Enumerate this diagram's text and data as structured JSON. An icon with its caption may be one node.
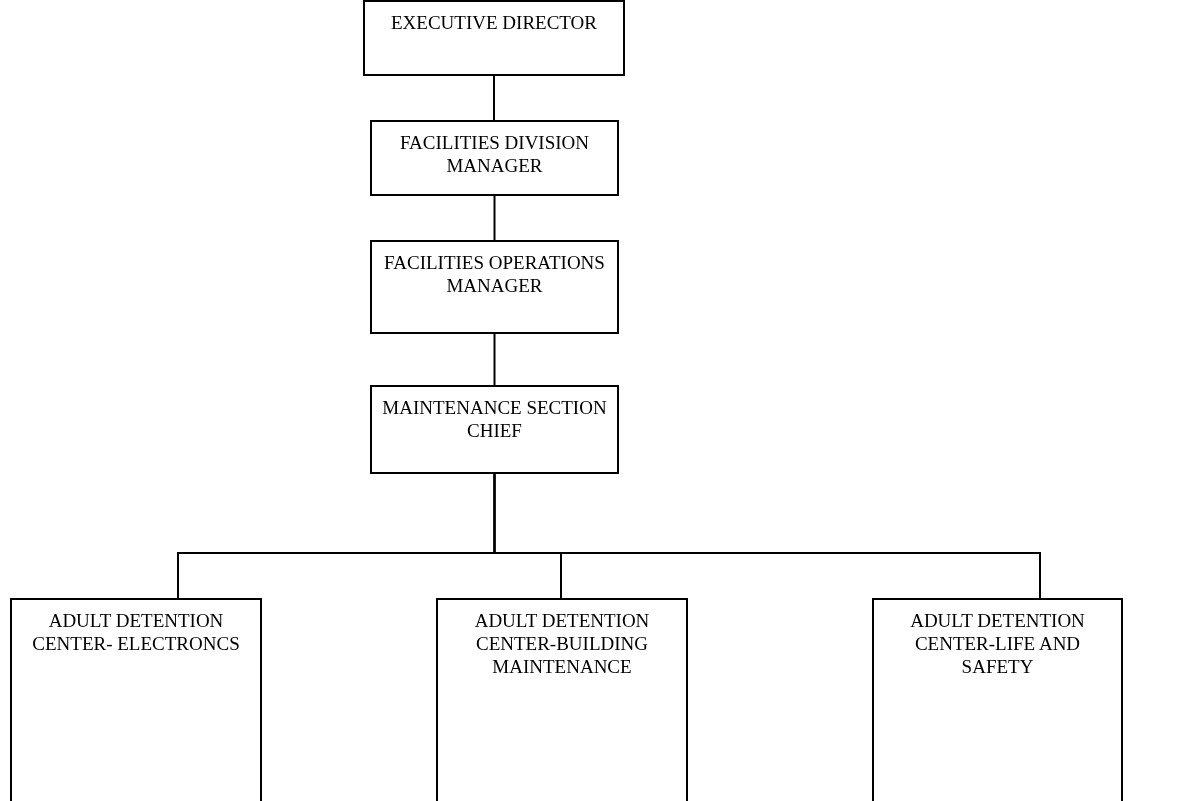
{
  "diagram": {
    "nodes": [
      {
        "text": [
          "EXECUTIVE DIRECTOR"
        ]
      },
      {
        "text": [
          "FACILITIES DIVISION MANAGER"
        ]
      },
      {
        "text": [
          "FACILITIES OPERATIONS MANAGER"
        ]
      },
      {
        "text": [
          "MAINTENANCE SECTION CHIEF"
        ]
      },
      {
        "text": [
          "ADULT DETENTION CENTER- ELECTRONCS"
        ]
      },
      {
        "text": [
          "ADULT DETENTION CENTER-BUILDING MAINTENANCE"
        ]
      },
      {
        "text": [
          "ADULT DETENTION CENTER-LIFE AND SAFETY"
        ]
      }
    ],
    "edges": [
      {
        "from": 0,
        "to": 1,
        "arrow": "none"
      },
      {
        "from": 1,
        "to": 2,
        "arrow": "none"
      },
      {
        "from": 2,
        "to": 3,
        "arrow": "none"
      },
      {
        "from": 3,
        "to": 4,
        "arrow": "none"
      },
      {
        "from": 3,
        "to": 5,
        "arrow": "none"
      },
      {
        "from": 3,
        "to": 6,
        "arrow": "none"
      }
    ]
  }
}
